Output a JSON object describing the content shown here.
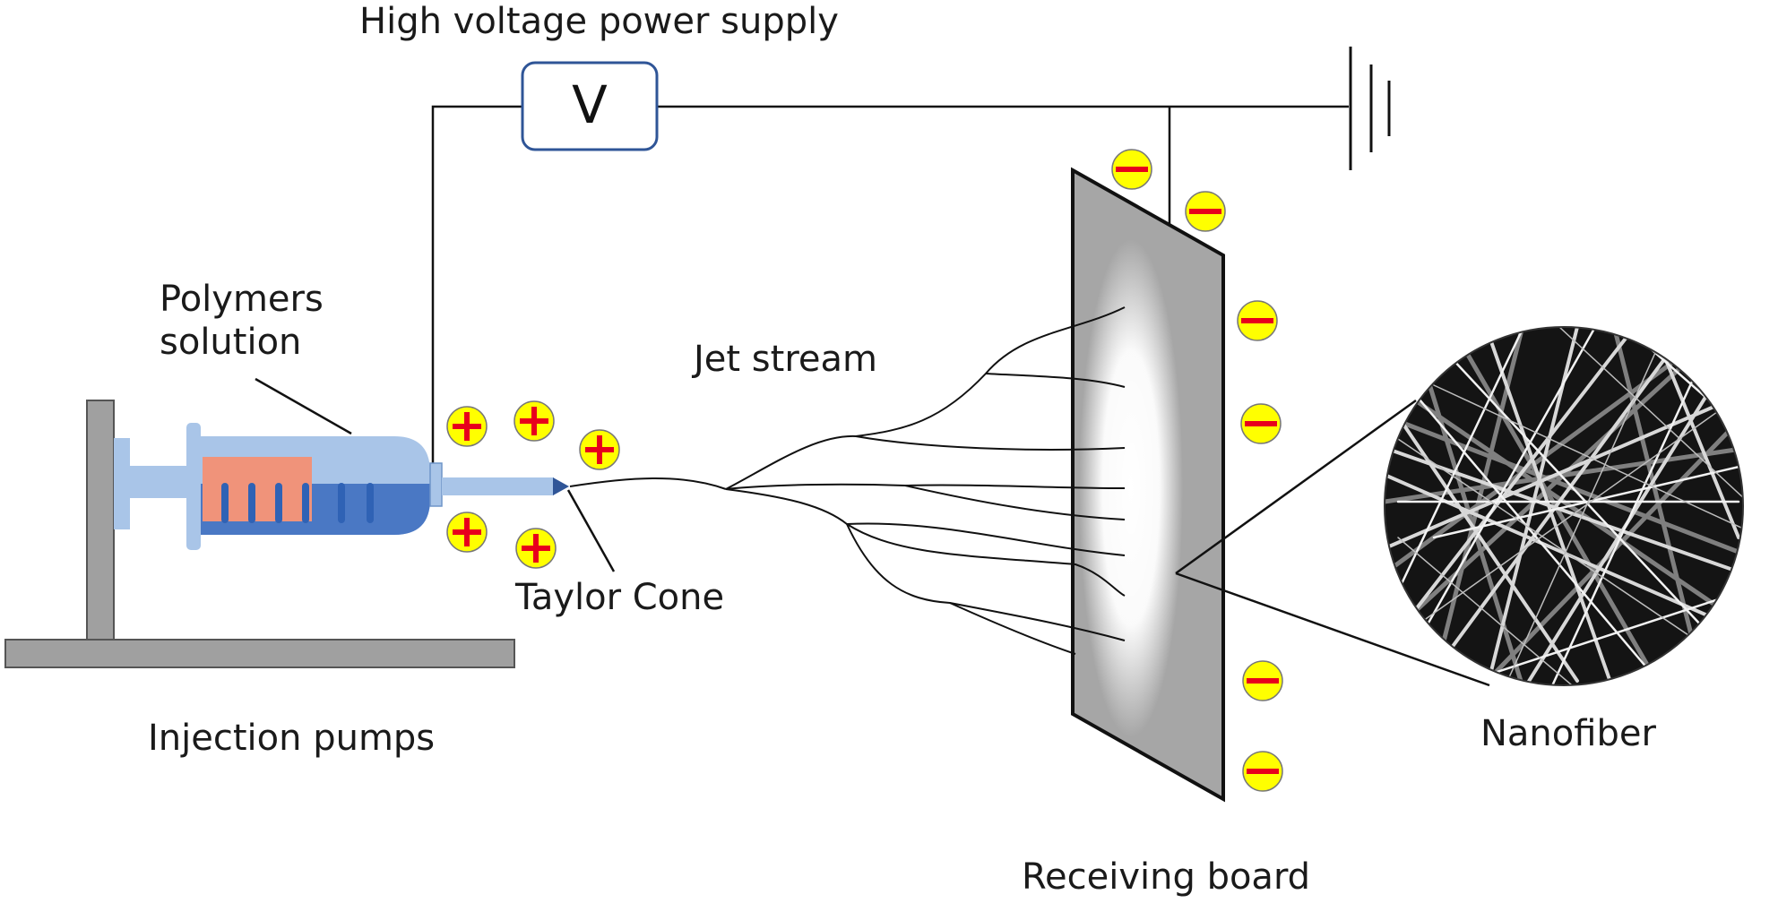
{
  "labels": {
    "power_supply": "High voltage power supply",
    "voltmeter_symbol": "V",
    "polymer_solution": "Polymers\nsolution",
    "jet_stream": "Jet stream",
    "taylor_cone": "Taylor Cone",
    "injection_pumps": "Injection pumps",
    "receiving_board": "Receiving board",
    "nanofiber": "Nanofiber"
  },
  "charges": {
    "positive_symbol": "+",
    "negative_symbol": "−",
    "positive_count": 5,
    "negative_count": 6
  },
  "colors": {
    "charge_fill": "#ffff00",
    "charge_sign": "#e8001c",
    "syringe_light": "#a9c5e8",
    "syringe_dark": "#4a78c4",
    "polymer": "#f0937a",
    "board": "#a6a6a6",
    "stand": "#999999",
    "meter_border": "#2f5597"
  }
}
